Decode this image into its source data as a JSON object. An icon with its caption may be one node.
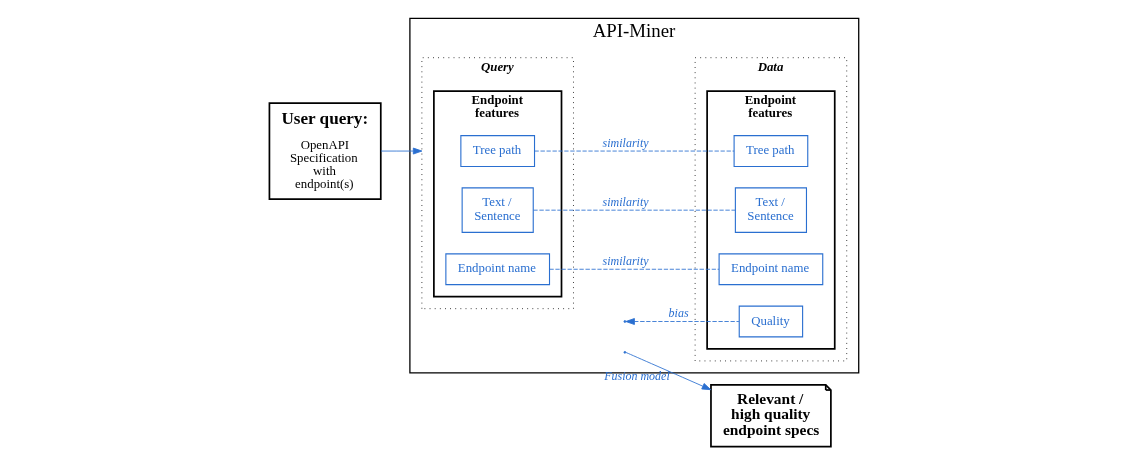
{
  "diagram": {
    "nodes": [
      {
        "text": [
          "User query:",
          "OpenAPI Specification with endpoint(s)"
        ]
      },
      {
        "text": [
          "API-Miner"
        ]
      },
      {
        "text": [
          "Query"
        ],
        "in": 1
      },
      {
        "text": [
          "Endpoint features"
        ],
        "in": 2
      },
      {
        "text": [
          "Tree path"
        ],
        "in": 3
      },
      {
        "text": [
          "Text / Sentence"
        ],
        "in": 3
      },
      {
        "text": [
          "Endpoint name"
        ],
        "in": 3
      },
      {
        "text": [
          "Data"
        ],
        "in": 1
      },
      {
        "text": [
          "Endpoint features"
        ],
        "in": 7
      },
      {
        "text": [
          "Tree path"
        ],
        "in": 8
      },
      {
        "text": [
          "Text / Sentence"
        ],
        "in": 8
      },
      {
        "text": [
          "Endpoint name"
        ],
        "in": 8
      },
      {
        "text": [
          "Quality"
        ],
        "in": 8
      },
      {
        "text": [
          "Relevant / high quality endpoint specs"
        ]
      }
    ],
    "edges": [
      {
        "from": 0,
        "to": 2,
        "arrow": "to"
      },
      {
        "from": 4,
        "to": 9,
        "arrow": "none",
        "style": "dashed",
        "label": "similarity"
      },
      {
        "from": 5,
        "to": 10,
        "arrow": "none",
        "style": "dashed",
        "label": "similarity"
      },
      {
        "from": 6,
        "to": 11,
        "arrow": "none",
        "style": "dashed",
        "label": "similarity"
      },
      {
        "from": 12,
        "to": null,
        "arrow": "to",
        "style": "dashed",
        "label": "bias"
      },
      {
        "from": null,
        "to": 13,
        "arrow": "to",
        "label": "Fusion model"
      }
    ]
  }
}
